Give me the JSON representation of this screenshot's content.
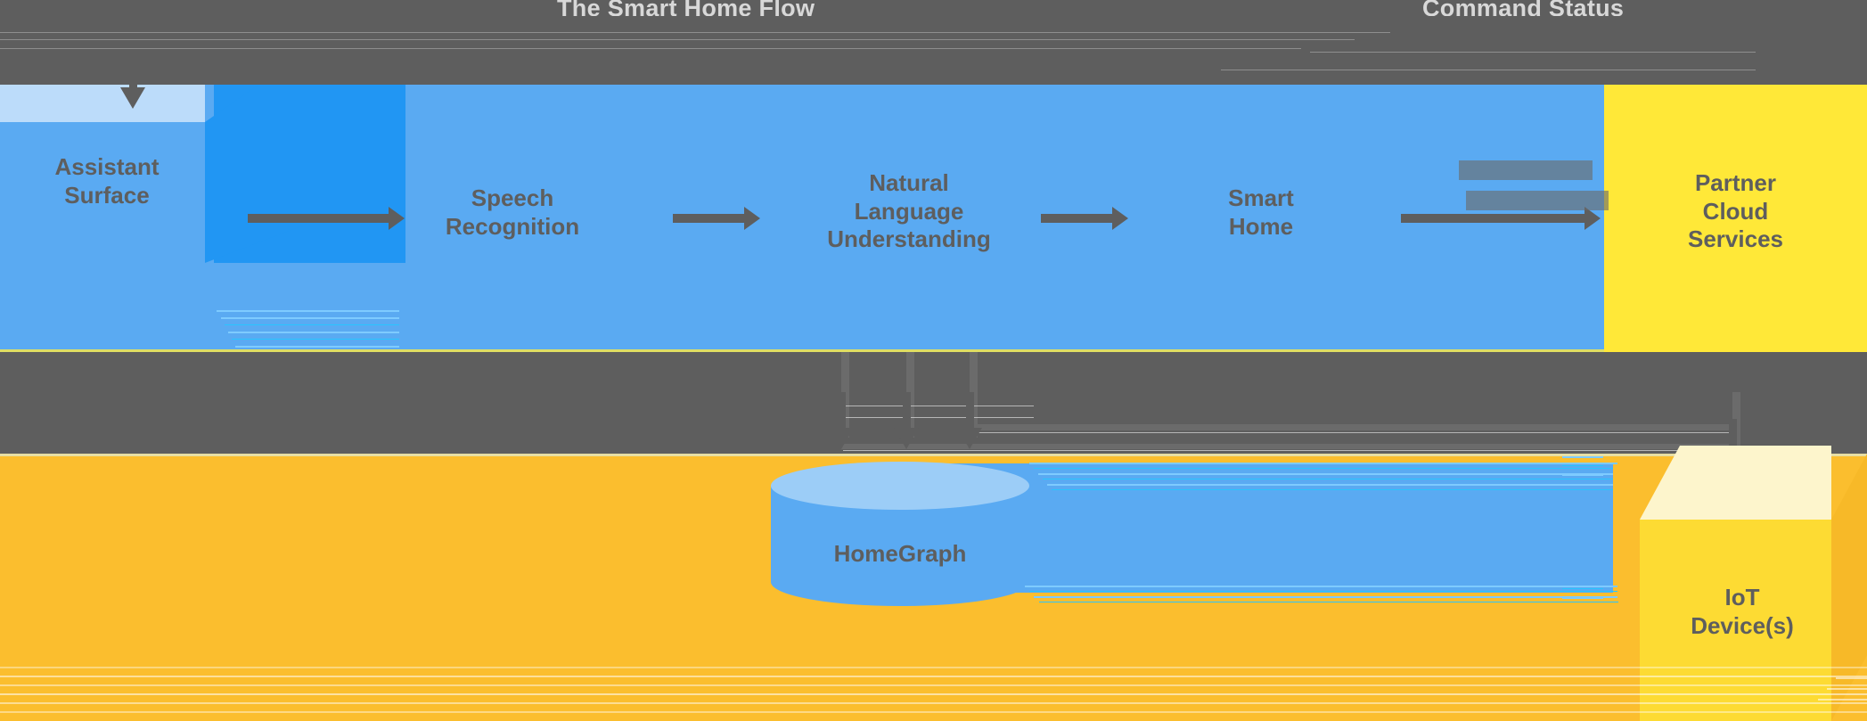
{
  "diagram": {
    "title_left": "The Smart Home Flow",
    "title_right": "Command Status",
    "bands": [
      {
        "name": "top-gray-band",
        "color": "#5e5e5e"
      },
      {
        "name": "blue-band",
        "color": "#5aaaf2"
      },
      {
        "name": "middle-gray-band",
        "color": "#5e5e5e"
      },
      {
        "name": "orange-band",
        "color": "#fbbe2e"
      }
    ],
    "nodes": {
      "assistant_surface": "Assistant\nSurface",
      "speech_recognition": "Speech\nRecognition",
      "natural_language_understanding": "Natural\nLanguage\nUnderstanding",
      "smart_home": "Smart\nHome",
      "partner_cloud_services": "Partner\nCloud\nServices",
      "home_graph": "HomeGraph",
      "iot_devices": "IoT\nDevice(s)"
    },
    "colors": {
      "band_gray": "#5e5e5e",
      "band_blue": "#5aaaf2",
      "band_orange": "#fbbe2e",
      "accent_yellow": "#ffe838",
      "cube_blue_top": "#bcdcfa",
      "cube_blue_front": "#5aaaf2",
      "cube_blue_side": "#2196f3",
      "cube_yellow_top": "#fdf5cc",
      "cube_yellow_front": "#fddb33",
      "cube_yellow_side": "#f7b928",
      "text_gray": "#5e5e5e",
      "arrow_gray": "#5e5e5e"
    },
    "flow": [
      "Assistant Surface",
      "Speech Recognition",
      "Natural Language Understanding",
      "Smart Home",
      "Partner Cloud Services",
      "IoT Device(s)"
    ]
  }
}
